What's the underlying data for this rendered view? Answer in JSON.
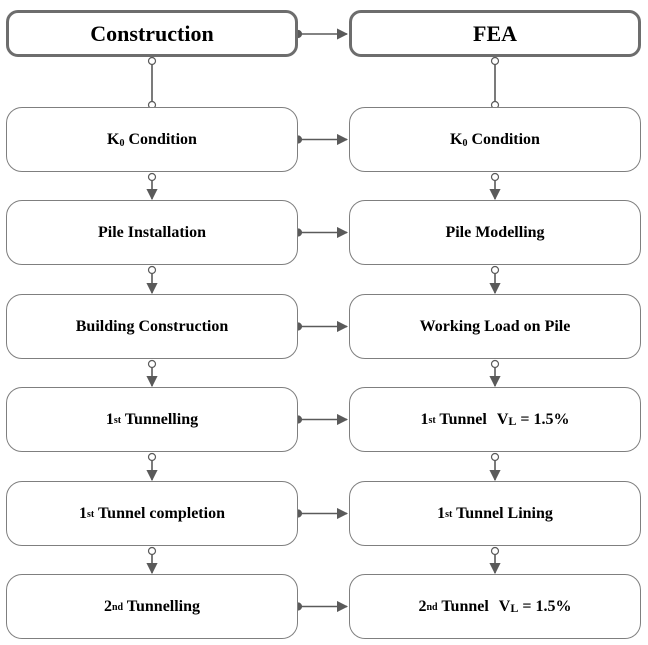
{
  "colors": {
    "box_border": "#7f7f7f",
    "header_border": "#6d6d6d",
    "connector": "#5a5a5a",
    "text": "#000000"
  },
  "columns": {
    "construction": {
      "title": "Construction",
      "steps": [
        {
          "main": "K",
          "sub": "0",
          "rest": " Condition"
        },
        {
          "main": "Pile Installation"
        },
        {
          "main": "Building Construction"
        },
        {
          "pre": "1",
          "sup": "st",
          "main": " Tunnelling"
        },
        {
          "pre": "1",
          "sup": "st",
          "main": " Tunnel completion"
        },
        {
          "pre": "2",
          "sup": "nd",
          "main": " Tunnelling"
        }
      ]
    },
    "fea": {
      "title": "FEA",
      "steps": [
        {
          "main": "K",
          "sub": "0",
          "rest": " Condition"
        },
        {
          "main": "Pile Modelling"
        },
        {
          "main": "Working Load on Pile"
        },
        {
          "pre": "1",
          "sup": "st",
          "main": " Tunnel",
          "v": "V",
          "vsub": "L",
          "vrest": " = 1.5%"
        },
        {
          "pre": "1",
          "sup": "st",
          "main": " Tunnel Lining"
        },
        {
          "pre": "2",
          "sup": "nd",
          "main": " Tunnel",
          "v": "V",
          "vsub": "L",
          "vrest": " = 1.5%"
        }
      ]
    }
  }
}
